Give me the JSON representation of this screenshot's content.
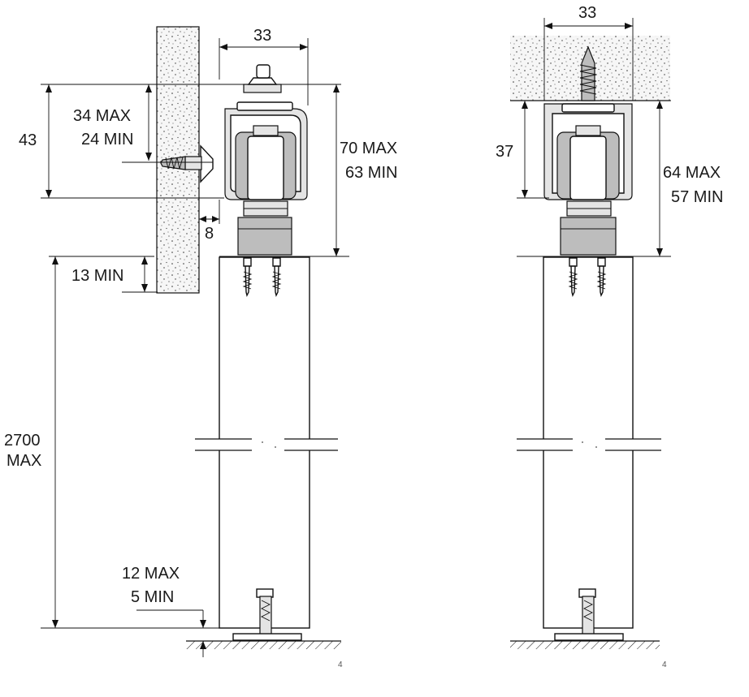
{
  "left_view": {
    "width_top": "33",
    "height_overall": "43",
    "screw_max": "34 MAX",
    "screw_min": "24 MIN",
    "track_max": "70 MAX",
    "track_min": "63 MIN",
    "gap": "8",
    "overlap_min": "13 MIN",
    "door_height_value": "2700",
    "door_height_unit": "MAX",
    "floor_max": "12 MAX",
    "floor_min": "5 MIN",
    "corner_mark": "4"
  },
  "right_view": {
    "width_top": "33",
    "height_track": "37",
    "track_max": "64 MAX",
    "track_min": "57 MIN",
    "corner_mark": "4"
  },
  "colors": {
    "line": "#111111",
    "concrete_fill": "#f4f4f4",
    "metal_fill": "#e4e4e4"
  }
}
